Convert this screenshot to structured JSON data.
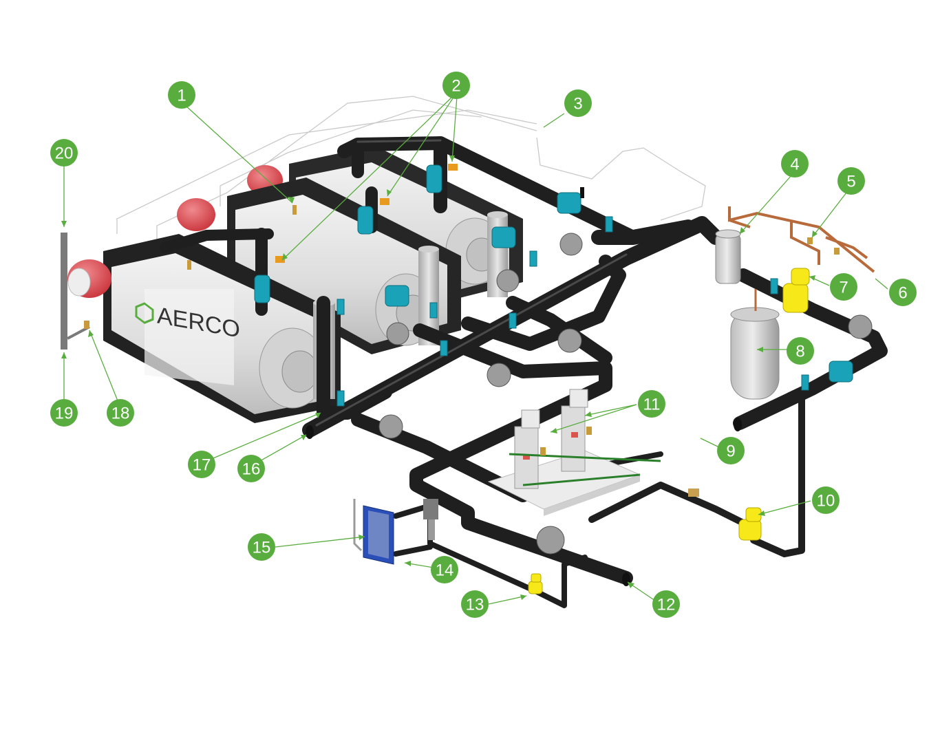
{
  "diagram": {
    "boiler_brand": "AERCO",
    "callouts": [
      {
        "id": "c1",
        "label": "1"
      },
      {
        "id": "c2",
        "label": "2"
      },
      {
        "id": "c3",
        "label": "3"
      },
      {
        "id": "c4",
        "label": "4"
      },
      {
        "id": "c5",
        "label": "5"
      },
      {
        "id": "c6",
        "label": "6"
      },
      {
        "id": "c7",
        "label": "7"
      },
      {
        "id": "c8",
        "label": "8"
      },
      {
        "id": "c9",
        "label": "9"
      },
      {
        "id": "c10",
        "label": "10"
      },
      {
        "id": "c11",
        "label": "11"
      },
      {
        "id": "c12",
        "label": "12"
      },
      {
        "id": "c13",
        "label": "13"
      },
      {
        "id": "c14",
        "label": "14"
      },
      {
        "id": "c15",
        "label": "15"
      },
      {
        "id": "c16",
        "label": "16"
      },
      {
        "id": "c17",
        "label": "17"
      },
      {
        "id": "c18",
        "label": "18"
      },
      {
        "id": "c19",
        "label": "19"
      },
      {
        "id": "c20",
        "label": "20"
      }
    ],
    "colors": {
      "callout": "#58ad3e",
      "pipe": "#1f1f1f",
      "boiler_body": "#e4e4e4",
      "boiler_frame": "#222222",
      "burner_blower": "#e0555b",
      "valve_teal": "#1aa3b8",
      "gas_valve_yellow": "#f7e81a",
      "copper_line": "#b86a3a",
      "heat_exchanger_blue": "#2a4fb8"
    }
  }
}
